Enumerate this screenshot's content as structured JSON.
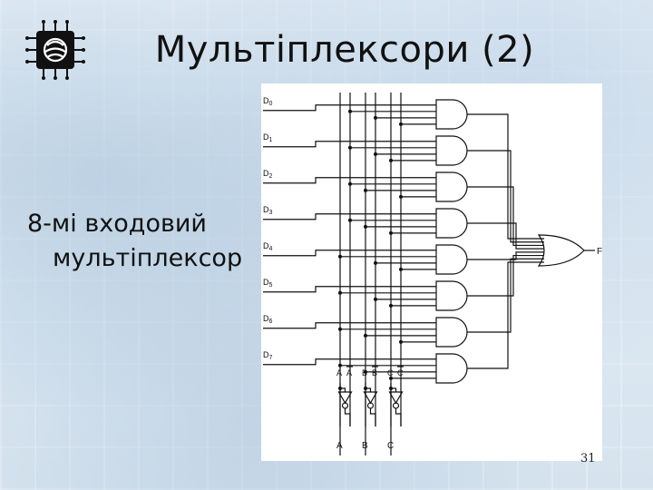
{
  "slide": {
    "title": "Мультіплексори (2)",
    "caption_line1": "8-мі входовий",
    "caption_line2": "мультіплексор",
    "page_number": "31"
  },
  "diagram": {
    "data_inputs": [
      {
        "base": "D",
        "sub": "0"
      },
      {
        "base": "D",
        "sub": "1"
      },
      {
        "base": "D",
        "sub": "2"
      },
      {
        "base": "D",
        "sub": "3"
      },
      {
        "base": "D",
        "sub": "4"
      },
      {
        "base": "D",
        "sub": "5"
      },
      {
        "base": "D",
        "sub": "6"
      },
      {
        "base": "D",
        "sub": "7"
      }
    ],
    "output_label": "F",
    "select_top_labels": [
      {
        "text": "A",
        "bar": false
      },
      {
        "text": "A",
        "bar": true
      },
      {
        "text": "B",
        "bar": false
      },
      {
        "text": "B",
        "bar": true
      },
      {
        "text": "C",
        "bar": false
      },
      {
        "text": "C",
        "bar": true
      }
    ],
    "select_bottom_labels": [
      "A",
      "B",
      "C"
    ],
    "gate_select_map": [
      [
        1,
        3,
        5
      ],
      [
        1,
        3,
        4
      ],
      [
        1,
        2,
        5
      ],
      [
        1,
        2,
        4
      ],
      [
        0,
        3,
        5
      ],
      [
        0,
        3,
        4
      ],
      [
        0,
        2,
        5
      ],
      [
        0,
        2,
        4
      ]
    ]
  }
}
